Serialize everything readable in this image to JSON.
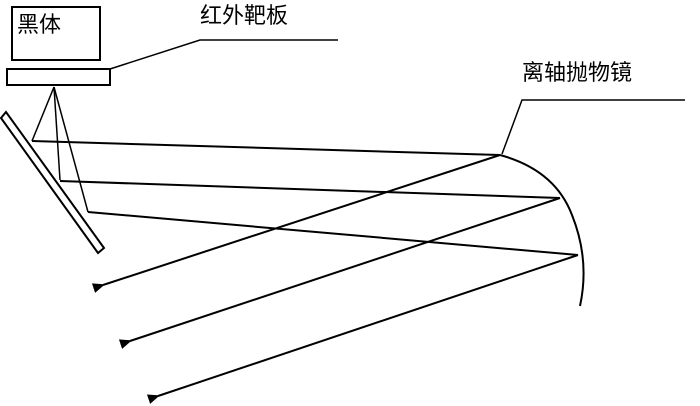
{
  "labels": {
    "blackbody": "黑体",
    "target_plate": "红外靶板",
    "mirror": "离轴抛物镜"
  },
  "colors": {
    "line": "#000000",
    "background": "#ffffff"
  }
}
